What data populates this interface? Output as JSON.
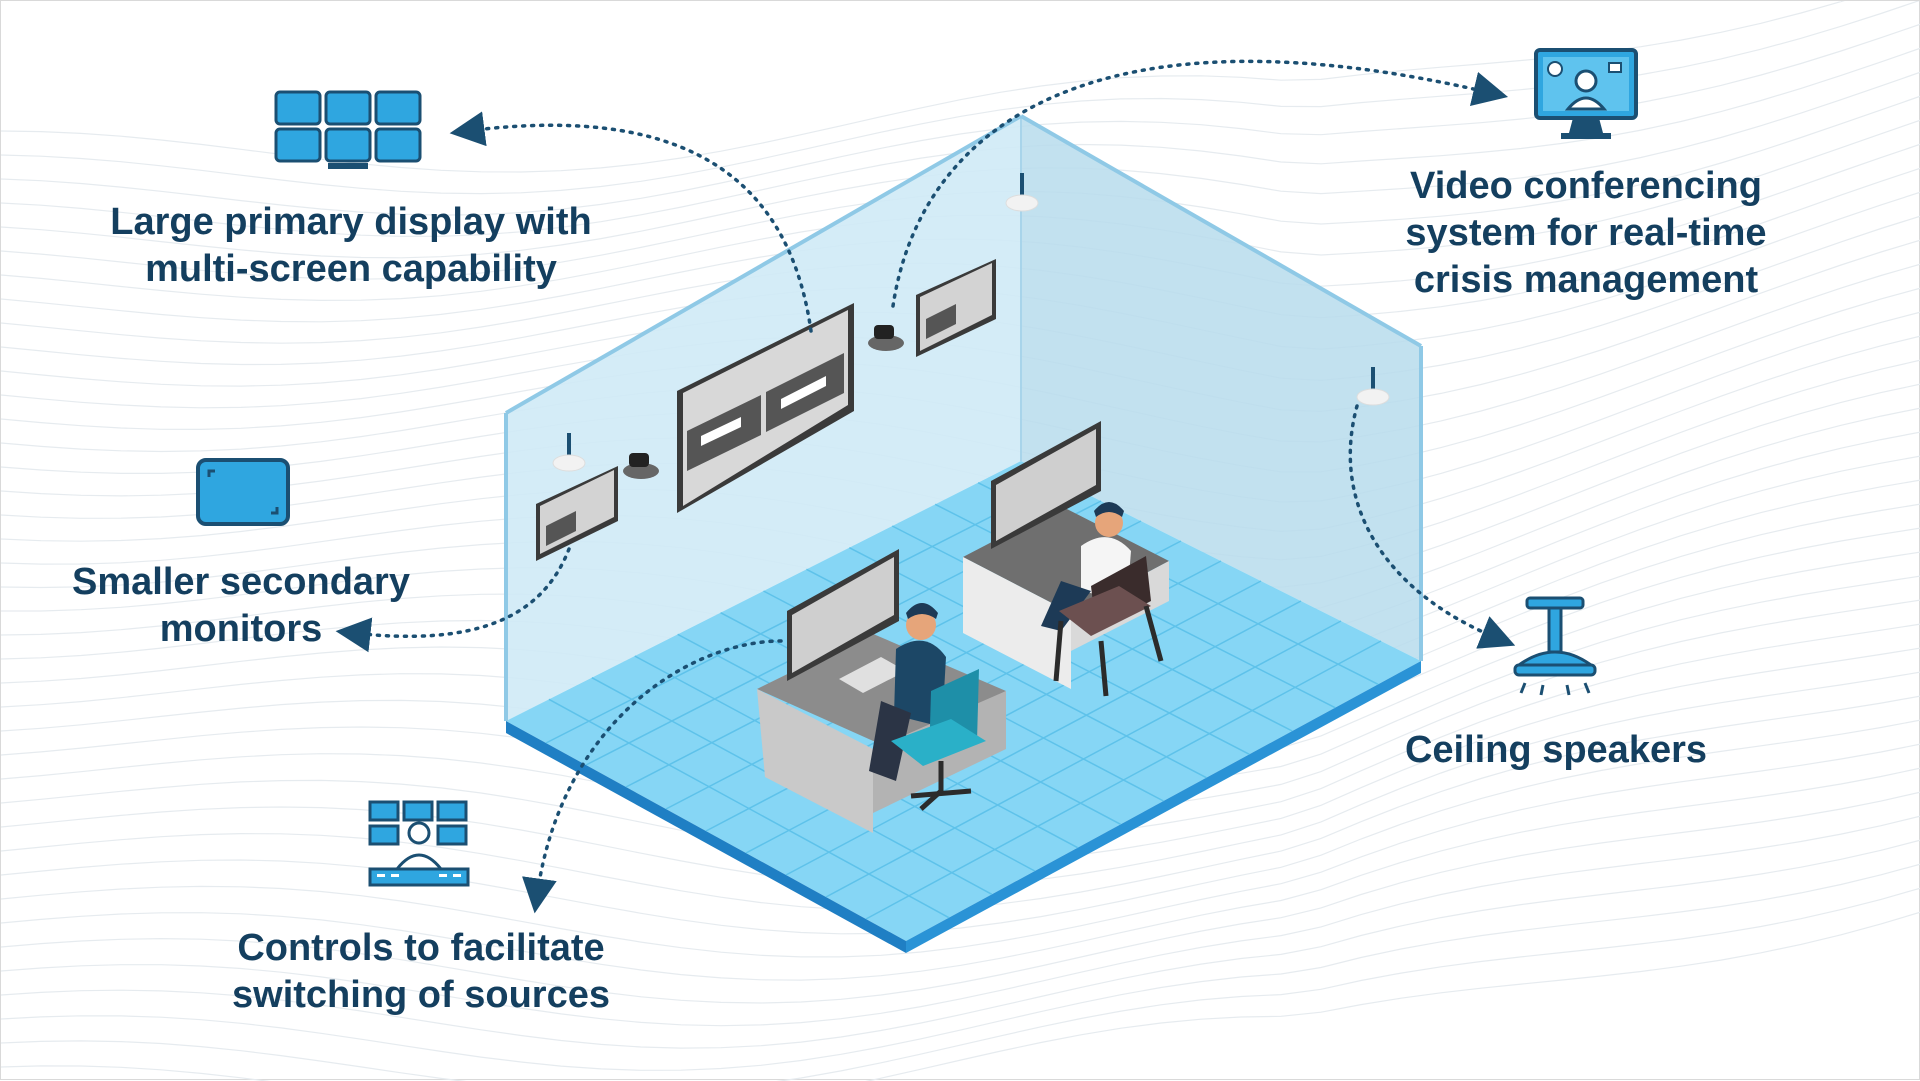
{
  "labels": {
    "primary_display": {
      "line1": "Large primary display with",
      "line2": "multi-screen capability"
    },
    "video_conferencing": {
      "line1": "Video conferencing",
      "line2": "system for real-time",
      "line3": "crisis management"
    },
    "secondary_monitors": {
      "line1": "Smaller secondary",
      "line2": "monitors"
    },
    "ceiling_speakers": {
      "line1": "Ceiling speakers"
    },
    "controls": {
      "line1": "Controls to facilitate",
      "line2": "switching of sources"
    }
  },
  "icons": [
    "video-wall-icon",
    "video-conference-icon",
    "monitor-icon",
    "ceiling-speaker-icon",
    "control-console-icon"
  ],
  "colors": {
    "text": "#143f5f",
    "accent_blue": "#2fa6e0",
    "icon_outline": "#1b4f72",
    "floor": "#7fd3f3",
    "wall": "#c9e8f5",
    "dotted_line": "#1b4f72"
  }
}
